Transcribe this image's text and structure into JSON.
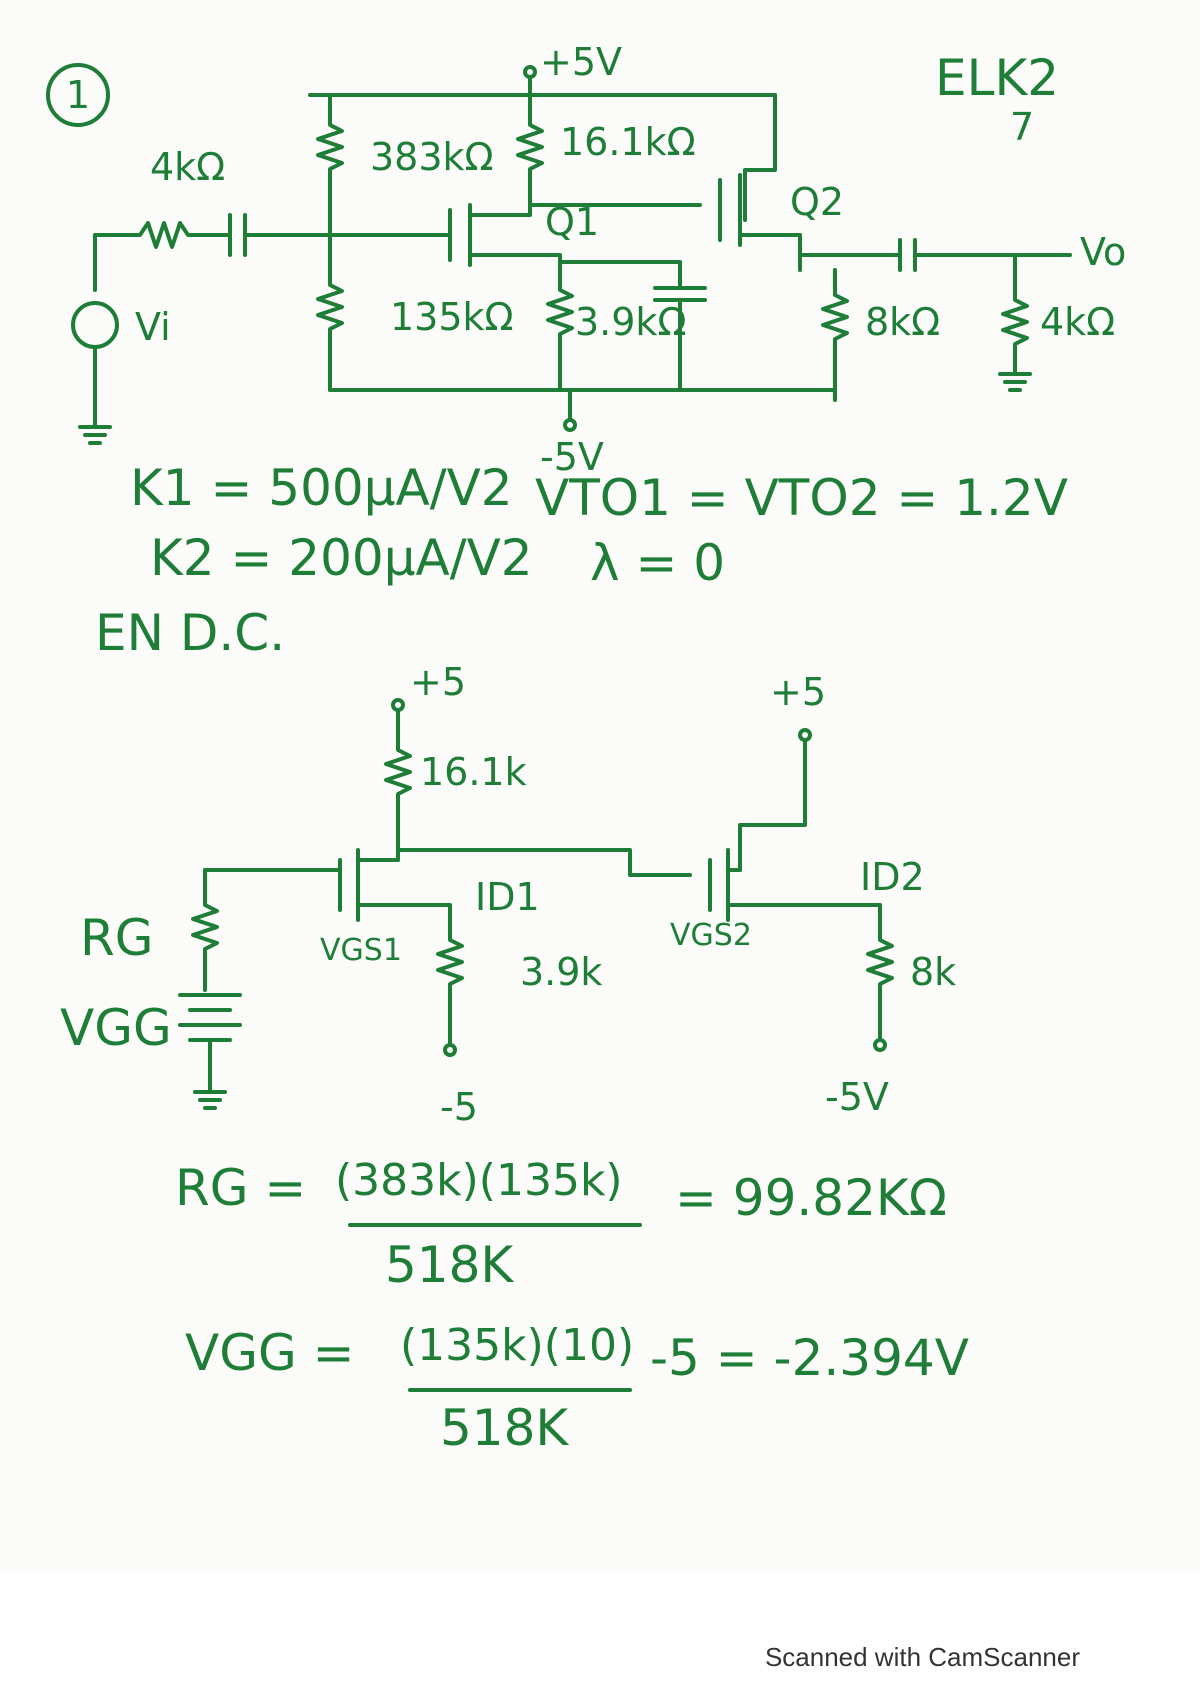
{
  "problem_number": "1",
  "header_code": "ELK2",
  "header_sub": "7",
  "circuit1": {
    "vdd": "+5V",
    "vss": "-5V",
    "r_source": "4kΩ",
    "source": "Vi",
    "r1": "383kΩ",
    "r2": "135kΩ",
    "rd": "16.1kΩ",
    "rs1": "3.9kΩ",
    "rs2": "8kΩ",
    "rl": "4kΩ",
    "q1": "Q1",
    "q2": "Q2",
    "output": "Vo"
  },
  "params": {
    "k1": "K1 = 500μA/V2",
    "k2": "K2 = 200μA/V2",
    "vto": "VTO1 = VTO2 = 1.2V",
    "lambda": "λ = 0"
  },
  "section_title": "EN D.C.",
  "dc": {
    "vdd_left": "+5",
    "vdd_right": "+5",
    "rd": "16.1k",
    "rg": "RG",
    "vgg": "VGG",
    "vgs1": "VGS1",
    "vgs2": "VGS2",
    "id1": "ID1",
    "id2": "ID2",
    "rs1": "3.9k",
    "rs2": "8k",
    "vss_left": "-5",
    "vss_right": "-5V"
  },
  "eq_rg": {
    "lhs": "RG =",
    "num": "(383k)(135k)",
    "den": "518K",
    "rhs": "= 99.82KΩ"
  },
  "eq_vgg": {
    "lhs": "VGG =",
    "num": "(135k)(10)",
    "den": "518K",
    "rhs": "-5 = -2.394V"
  },
  "footer": "Scanned with CamScanner"
}
